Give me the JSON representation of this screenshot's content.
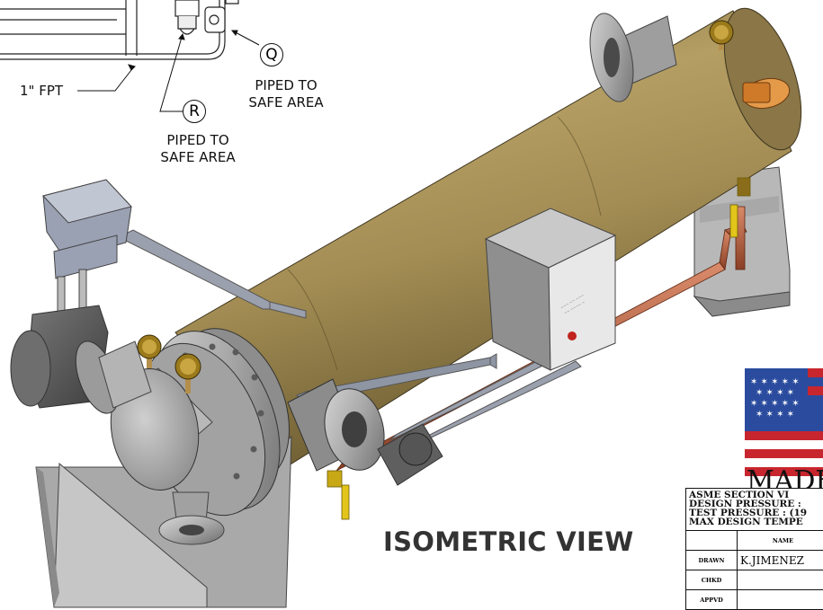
{
  "callouts": {
    "fpt_label": "1\" FPT",
    "q": {
      "balloon": "Q",
      "line1": "PIPED TO",
      "line2": "SAFE AREA"
    },
    "r": {
      "balloon": "R",
      "line1": "PIPED TO",
      "line2": "SAFE AREA"
    }
  },
  "view_title": "ISOMETRIC VIEW",
  "company": "MADH",
  "spec": [
    "ASME SECTION VI",
    "DESIGN PRESSURE  :",
    "TEST PRESSURE  : (19",
    "MAX DESIGN TEMPE"
  ],
  "title_block": {
    "name_header": "NAME",
    "rows": [
      {
        "label": "DRAWN",
        "name": "K.JIMENEZ"
      },
      {
        "label": "CHKD",
        "name": ""
      },
      {
        "label": "APPVD",
        "name": ""
      }
    ]
  },
  "colors": {
    "vessel_body": "#a8945c",
    "steel": "#a7a7a7",
    "copper_pipe": "#b8664a",
    "gauge_face": "#9b7a1c",
    "flag_red": "#c8262e",
    "flag_blue": "#2b4c9e"
  }
}
